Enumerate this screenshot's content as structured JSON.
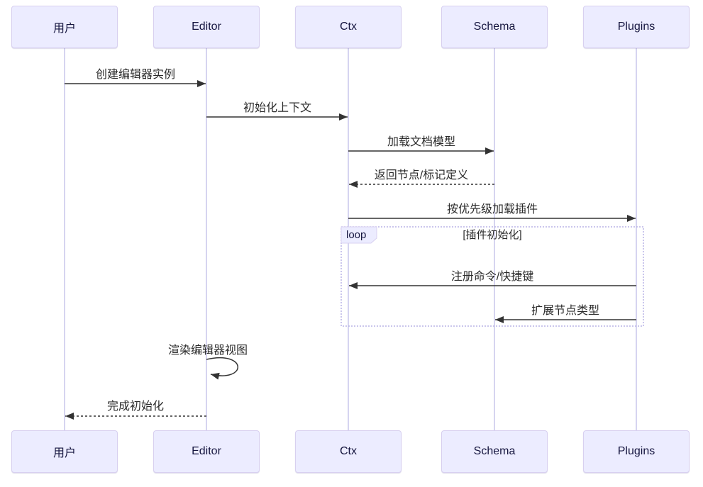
{
  "diagram": {
    "type": "sequence-diagram",
    "actors": [
      {
        "id": "user",
        "label": "用户"
      },
      {
        "id": "editor",
        "label": "Editor"
      },
      {
        "id": "ctx",
        "label": "Ctx"
      },
      {
        "id": "schema",
        "label": "Schema"
      },
      {
        "id": "plugins",
        "label": "Plugins"
      }
    ],
    "messages": [
      {
        "from": "用户",
        "to": "Editor",
        "label": "创建编辑器实例",
        "style": "solid"
      },
      {
        "from": "Editor",
        "to": "Ctx",
        "label": "初始化上下文",
        "style": "solid"
      },
      {
        "from": "Ctx",
        "to": "Schema",
        "label": "加载文档模型",
        "style": "solid"
      },
      {
        "from": "Schema",
        "to": "Ctx",
        "label": "返回节点/标记定义",
        "style": "dashed"
      },
      {
        "from": "Ctx",
        "to": "Plugins",
        "label": "按优先级加载插件",
        "style": "solid"
      },
      {
        "from": "Plugins",
        "to": "Ctx",
        "label": "注册命令/快捷键",
        "style": "solid"
      },
      {
        "from": "Plugins",
        "to": "Schema",
        "label": "扩展节点类型",
        "style": "solid"
      },
      {
        "from": "Editor",
        "to": "Editor",
        "label": "渲染编辑器视图",
        "style": "self"
      },
      {
        "from": "Editor",
        "to": "用户",
        "label": "完成初始化",
        "style": "dashed"
      }
    ],
    "loop": {
      "keyword": "loop",
      "condition": "[插件初始化]"
    },
    "colors": {
      "actor_fill": "#ECECFF",
      "actor_border": "#D8D0F0",
      "lifeline": "#C9C6EC",
      "arrow": "#333333",
      "loop_border": "#B9B3E6",
      "text": "#2b2b2b"
    }
  }
}
